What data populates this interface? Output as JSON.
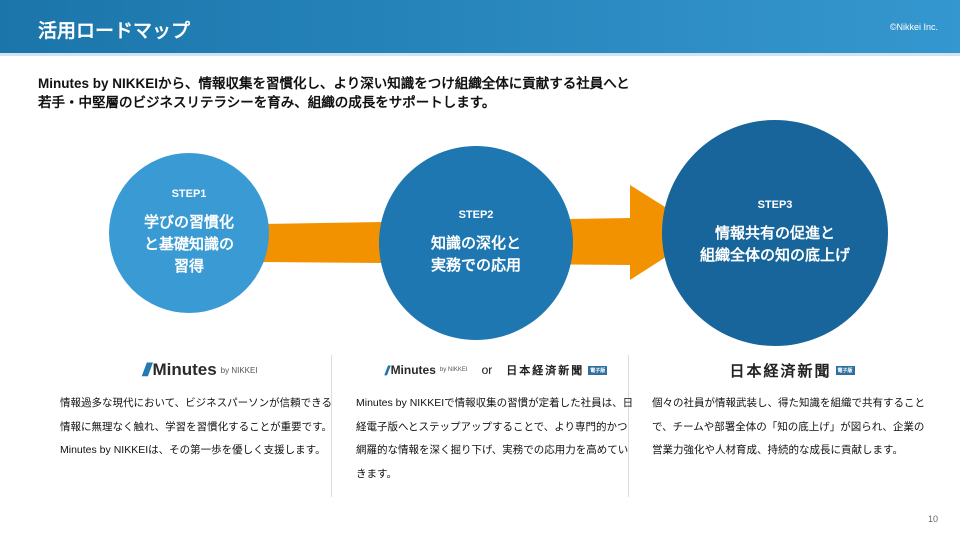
{
  "header": {
    "title": "活用ロードマップ",
    "copyright": "©Nikkei Inc."
  },
  "lead": [
    "Minutes by NIKKEIから、情報収集を習慣化し、より深い知識をつけ組織全体に貢献する社員へと",
    "若手・中堅層のビジネスリテラシーを育み、組織の成長をサポートします。"
  ],
  "steps": [
    {
      "step": "STEP1",
      "name": "学びの習慣化\nと基礎知識の\n習得"
    },
    {
      "step": "STEP2",
      "name": "知識の深化と\n実務での応用"
    },
    {
      "step": "STEP3",
      "name": "情報共有の促進と\n組織全体の知の底上げ"
    }
  ],
  "logos": {
    "minutes": "Minutes",
    "by": "by NIKKEI",
    "or": "or",
    "nikkei": "日本経済新聞",
    "badge": "電子版"
  },
  "columns": [
    "情報過多な現代において、ビジネスパーソンが信頼できる情報に無理なく触れ、学習を習慣化することが重要です。Minutes by NIKKEIは、その第一歩を優しく支援します。",
    "Minutes by NIKKEIで情報収集の習慣が定着した社員は、日経電子版へとステップアップすることで、より専門的かつ網羅的な情報を深く掘り下げ、実務での応用力を高めていきます。",
    "個々の社員が情報武装し、得た知識を組織で共有することで、チームや部署全体の「知の底上げ」が図られ、企業の営業力強化や人材育成、持続的な成長に貢献します。"
  ],
  "page": "10",
  "colors": {
    "arrow": "#f39200",
    "header": "#1b75aa"
  }
}
